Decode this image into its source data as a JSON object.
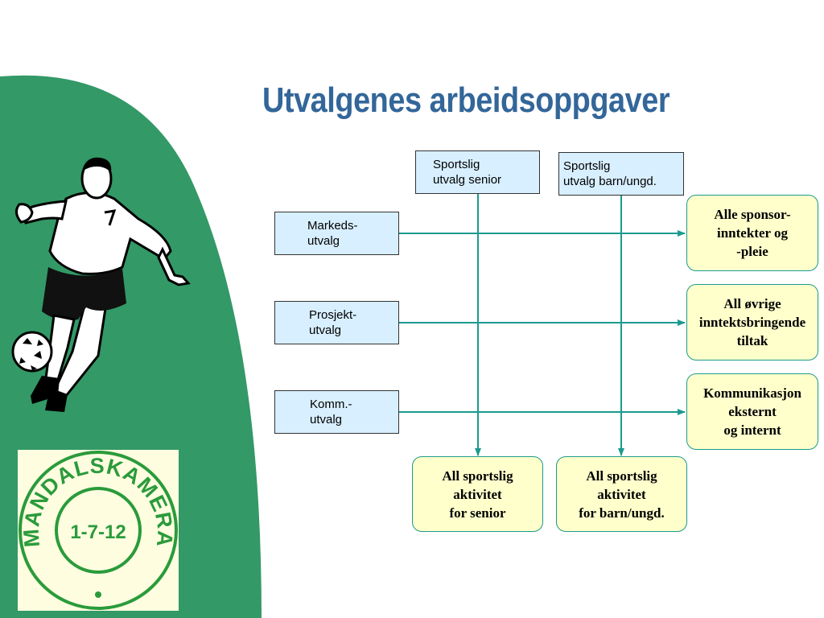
{
  "title": "Utvalgenes arbeidsoppgaver",
  "colors": {
    "green": "#339966",
    "title": "#336699",
    "arrow": "#1a9b8f",
    "blue_box": "#d7efff",
    "yellow_box": "#ffffcc"
  },
  "top_boxes": [
    {
      "line1": "Sportslig",
      "line2": "utvalg senior"
    },
    {
      "line1": "Sportslig",
      "line2": "utvalg barn/ungd."
    }
  ],
  "left_boxes": [
    {
      "line1": "Markeds-",
      "line2": "utvalg"
    },
    {
      "line1": "Prosjekt-",
      "line2": "utvalg"
    },
    {
      "line1": "Komm.-",
      "line2": "utvalg"
    }
  ],
  "right_boxes": [
    {
      "line1": "Alle sponsor-",
      "line2": "inntekter og",
      "line3": "-pleie"
    },
    {
      "line1": "All øvrige",
      "line2": "inntektsbringende",
      "line3": "tiltak"
    },
    {
      "line1": "Kommunikasjon",
      "line2": "eksternt",
      "line3": "og internt"
    }
  ],
  "bottom_boxes": [
    {
      "line1": "All sportslig",
      "line2": "aktivitet",
      "line3": "for senior"
    },
    {
      "line1": "All sportslig",
      "line2": "aktivitet",
      "line3": "for barn/ungd."
    }
  ],
  "logo": {
    "ring_text": "MANDALSKAMERATENE",
    "center_text": "1-7-12"
  },
  "icons": [
    "football-player-illustration",
    "club-logo-emblem"
  ]
}
